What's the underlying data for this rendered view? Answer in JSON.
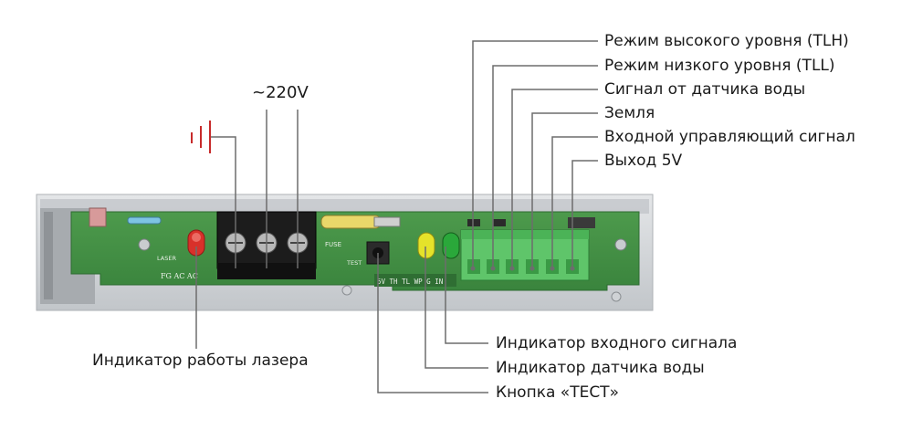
{
  "labels": {
    "voltage": "~220V",
    "tlh_mode": "Режим высокого уровня (TLH)",
    "tll_mode": "Режим низкого уровня (TLL)",
    "water_sensor_signal": "Сигнал от датчика воды",
    "ground": "Земля",
    "input_control_signal": "Входной управляющий сигнал",
    "output_5v": "Выход 5V",
    "laser_indicator": "Индикатор работы лазера",
    "input_signal_indicator": "Индикатор входного сигнала",
    "water_sensor_indicator": "Индикатор датчика воды",
    "test_button": "Кнопка «ТЕСТ»"
  },
  "board_markings": {
    "terminal_labels": "FG  AC  AC",
    "laser_mark": "LASER",
    "test_mark": "TEST",
    "bottom_strip": "5V TH TL WP G IN",
    "tl_mark": "TL",
    "fuse_mark": "FUSE"
  },
  "colors": {
    "line": "#6d6d6d",
    "board": "#3f8d41",
    "board_dark": "#2f6e33",
    "enclosure": "#cfd3d6",
    "terminal_green": "#5fc56a",
    "led_red": "#d8312a",
    "led_yellow": "#e5e22a",
    "led_green": "#2aa83a",
    "ground_symbol": "#c72b2b"
  },
  "icons": [
    "ground-icon"
  ]
}
